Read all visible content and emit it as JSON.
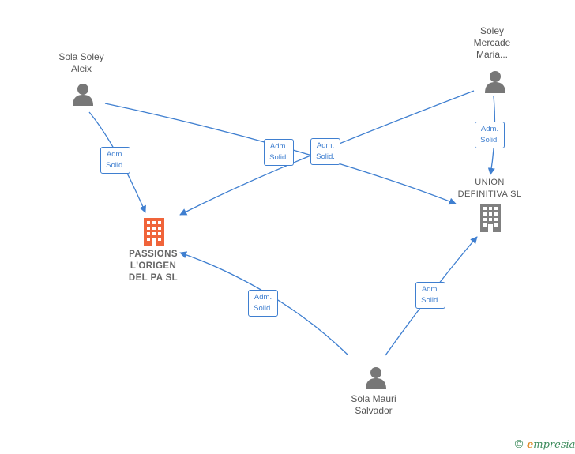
{
  "nodes": {
    "sola_soley": {
      "label": "Sola Soley\nAleix"
    },
    "soley_mercade": {
      "label": "Soley\nMercade\nMaria..."
    },
    "sola_mauri": {
      "label": "Sola Mauri\nSalvador"
    },
    "passions": {
      "label": "PASSIONS\nL'ORIGEN\nDEL PA  SL"
    },
    "union": {
      "label": "UNION\nDEFINITIVA  SL"
    }
  },
  "edges": {
    "e1": {
      "line1": "Adm.",
      "line2": "Solid."
    },
    "e2": {
      "line1": "Adm.",
      "line2": "Solid."
    },
    "e3": {
      "line1": "Adm.",
      "line2": "Solid."
    },
    "e4": {
      "line1": "Adm.",
      "line2": "Solid."
    },
    "e5": {
      "line1": "Adm.",
      "line2": "Solid."
    },
    "e6": {
      "line1": "Adm.",
      "line2": "Solid."
    }
  },
  "brand": {
    "copyright": "©",
    "e": "e",
    "rest": "mpresia"
  },
  "colors": {
    "edge": "#3f7fd0",
    "person": "#777777",
    "company_main": "#f0643a",
    "company_other": "#808080"
  }
}
